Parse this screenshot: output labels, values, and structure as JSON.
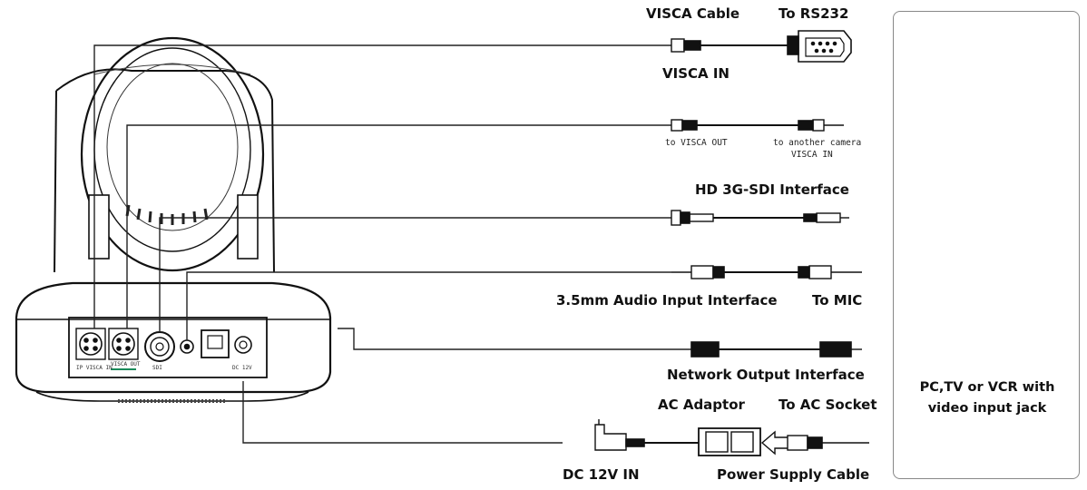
{
  "labels": {
    "visca_cable": "VISCA Cable",
    "to_rs232": "To RS232",
    "visca_in": "VISCA IN",
    "to_visca_out": "to VISCA OUT",
    "to_another_camera": "to another camera",
    "visca_in_small": "VISCA IN",
    "hd_sdi": "HD 3G-SDI Interface",
    "audio_input": "3.5mm Audio Input Interface",
    "to_mic": "To MIC",
    "network_output": "Network Output Interface",
    "ac_adaptor": "AC Adaptor",
    "to_ac_socket": "To AC Socket",
    "dc_12v_in": "DC 12V IN",
    "power_supply_cable": "Power Supply Cable"
  },
  "panel": {
    "line1": "PC,TV or VCR with",
    "line2": "video input jack"
  },
  "panel_labels": {
    "visca_in_port": "IP VISCA IN",
    "visca_out_port": "VISCA OUT",
    "sdi_port": "SDI",
    "dc_port": "DC 12V"
  }
}
